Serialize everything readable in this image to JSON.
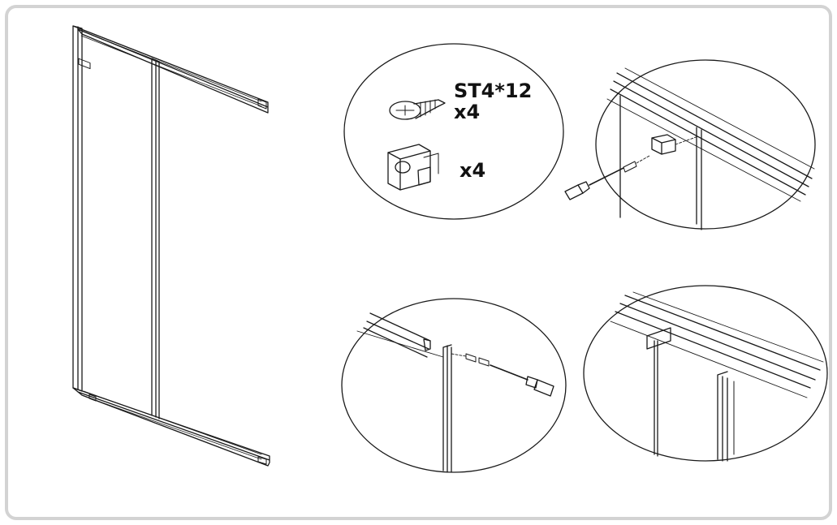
{
  "parts": {
    "screw": {
      "spec": "ST4*12",
      "qty": "x4",
      "icon": "screw-icon"
    },
    "clip": {
      "qty": "x4",
      "icon": "clip-bracket-icon"
    }
  },
  "colors": {
    "line": "#1a1a1a",
    "frame_border": "#d3d3d3",
    "background": "#ffffff"
  }
}
